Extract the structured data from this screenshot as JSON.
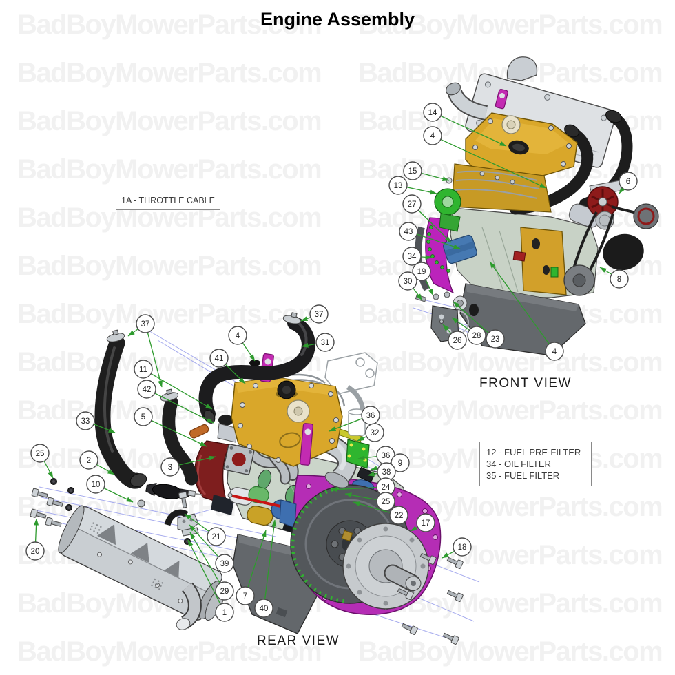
{
  "title": "Engine Assembly",
  "watermark_text": "BadBoyMowerParts.com",
  "front_view": {
    "label": "FRONT VIEW"
  },
  "rear_view": {
    "label": "REAR VIEW"
  },
  "labels": {
    "throttle": "1A - THROTTLE CABLE",
    "filter_lines": [
      "12 - FUEL PRE-FILTER",
      "34 - OIL FILTER",
      "35 - FUEL FILTER"
    ]
  },
  "colors": {
    "leader_green": "#2E9B2E",
    "guide_violet": "#A6ABEE",
    "callout_stroke": "#4a4a4a",
    "callout_text": "#222222",
    "engine_yellow": "#D9A72A",
    "housing_magenta": "#B52DB5",
    "part_green": "#2FB52F",
    "alternator_maroon": "#8E1B1B",
    "starter_blue": "#3E6FB0",
    "watermark_gray": "#F1F1F1"
  },
  "callouts": [
    {
      "v": "front",
      "n": "14",
      "c": [
        628,
        163
      ],
      "a": [
        [
          735,
          212
        ]
      ]
    },
    {
      "v": "front",
      "n": "4",
      "c": [
        628,
        197
      ],
      "a": [
        [
          793,
          273
        ]
      ]
    },
    {
      "v": "front",
      "n": "15",
      "c": [
        599,
        248
      ],
      "a": [
        [
          652,
          262
        ]
      ]
    },
    {
      "v": "front",
      "n": "13",
      "c": [
        578,
        269
      ],
      "a": [
        [
          634,
          281
        ]
      ]
    },
    {
      "v": "front",
      "n": "27",
      "c": [
        598,
        296
      ],
      "a": [
        [
          655,
          352
        ]
      ]
    },
    {
      "v": "front",
      "n": "43",
      "c": [
        593,
        336
      ],
      "a": [
        [
          668,
          361
        ]
      ]
    },
    {
      "v": "front",
      "n": "34",
      "c": [
        598,
        372
      ],
      "a": [
        [
          627,
          374
        ]
      ]
    },
    {
      "v": "front",
      "n": "19",
      "c": [
        612,
        394
      ],
      "a": [
        [
          629,
          429
        ]
      ]
    },
    {
      "v": "front",
      "n": "30",
      "c": [
        592,
        408
      ],
      "a": [
        [
          613,
          436
        ]
      ]
    },
    {
      "v": "front",
      "n": "26",
      "c": [
        664,
        494
      ],
      "a": [
        [
          643,
          471
        ]
      ]
    },
    {
      "v": "front",
      "n": "28",
      "c": [
        692,
        487
      ],
      "a": [
        [
          656,
          461
        ]
      ]
    },
    {
      "v": "front",
      "n": "23",
      "c": [
        719,
        492
      ],
      "a": [
        [
          658,
          438
        ]
      ]
    },
    {
      "v": "front",
      "n": "4",
      "c": [
        805,
        510
      ],
      "a": [
        [
          711,
          380
        ]
      ]
    },
    {
      "v": "front",
      "n": "6",
      "c": [
        912,
        263
      ],
      "a": [
        [
          899,
          281
        ]
      ]
    },
    {
      "v": "front",
      "n": "8",
      "c": [
        899,
        405
      ],
      "a": [
        [
          871,
          388
        ]
      ]
    },
    {
      "v": "rear",
      "n": "37",
      "c": [
        211,
        470
      ],
      "a": [
        [
          186,
          488
        ],
        [
          235,
          562
        ]
      ]
    },
    {
      "v": "rear",
      "n": "37",
      "c": [
        463,
        456
      ],
      "a": [
        [
          437,
          466
        ]
      ]
    },
    {
      "v": "rear",
      "n": "4",
      "c": [
        345,
        487
      ],
      "a": [
        [
          370,
          524
        ]
      ]
    },
    {
      "v": "rear",
      "n": "31",
      "c": [
        472,
        497
      ],
      "a": [
        [
          438,
          503
        ]
      ]
    },
    {
      "v": "rear",
      "n": "41",
      "c": [
        318,
        520
      ],
      "a": [
        [
          356,
          557
        ]
      ]
    },
    {
      "v": "rear",
      "n": "11",
      "c": [
        208,
        536
      ],
      "a": [
        [
          308,
          594
        ]
      ]
    },
    {
      "v": "rear",
      "n": "42",
      "c": [
        213,
        565
      ],
      "a": [
        [
          310,
          614
        ]
      ]
    },
    {
      "v": "rear",
      "n": "5",
      "c": [
        208,
        605
      ],
      "a": [
        [
          300,
          648
        ]
      ]
    },
    {
      "v": "rear",
      "n": "33",
      "c": [
        124,
        611
      ],
      "a": [
        [
          167,
          628
        ]
      ]
    },
    {
      "v": "rear",
      "n": "2",
      "c": [
        129,
        668
      ],
      "a": [
        [
          166,
          689
        ]
      ]
    },
    {
      "v": "rear",
      "n": "10",
      "c": [
        139,
        703
      ],
      "a": [
        [
          193,
          729
        ]
      ]
    },
    {
      "v": "rear",
      "n": "25",
      "c": [
        58,
        658
      ],
      "a": [
        [
          77,
          694
        ]
      ]
    },
    {
      "v": "rear",
      "n": "20",
      "c": [
        51,
        800
      ],
      "a": [
        [
          53,
          753
        ]
      ]
    },
    {
      "v": "rear",
      "n": "3",
      "c": [
        247,
        678
      ],
      "a": [
        [
          313,
          663
        ]
      ]
    },
    {
      "v": "rear",
      "n": "21",
      "c": [
        314,
        779
      ],
      "a": [
        [
          268,
          746
        ]
      ]
    },
    {
      "v": "rear",
      "n": "39",
      "c": [
        326,
        818
      ],
      "a": [
        [
          275,
          762
        ]
      ]
    },
    {
      "v": "rear",
      "n": "29",
      "c": [
        326,
        858
      ],
      "a": [
        [
          276,
          773
        ]
      ]
    },
    {
      "v": "rear",
      "n": "1",
      "c": [
        326,
        889
      ],
      "a": [
        [
          273,
          784
        ]
      ]
    },
    {
      "v": "rear",
      "n": "7",
      "c": [
        356,
        865
      ],
      "a": [
        [
          386,
          770
        ]
      ]
    },
    {
      "v": "rear",
      "n": "40",
      "c": [
        383,
        883
      ],
      "a": [
        [
          399,
          755
        ]
      ]
    },
    {
      "v": "rear",
      "n": "36",
      "c": [
        538,
        603
      ],
      "a": [
        [
          478,
          626
        ]
      ]
    },
    {
      "v": "rear",
      "n": "32",
      "c": [
        544,
        628
      ],
      "a": [
        [
          519,
          640
        ]
      ]
    },
    {
      "v": "rear",
      "n": "36",
      "c": [
        560,
        661
      ],
      "a": [
        [
          520,
          666
        ]
      ]
    },
    {
      "v": "rear",
      "n": "9",
      "c": [
        581,
        672
      ],
      "a": [
        [
          538,
          682
        ]
      ]
    },
    {
      "v": "rear",
      "n": "38",
      "c": [
        561,
        685
      ],
      "a": [
        [
          534,
          690
        ]
      ]
    },
    {
      "v": "rear",
      "n": "24",
      "c": [
        560,
        707
      ],
      "a": [
        [
          480,
          711
        ]
      ]
    },
    {
      "v": "rear",
      "n": "25",
      "c": [
        560,
        728
      ],
      "a": [
        [
          501,
          717
        ]
      ]
    },
    {
      "v": "rear",
      "n": "22",
      "c": [
        579,
        748
      ],
      "a": [
        [
          513,
          729
        ]
      ]
    },
    {
      "v": "rear",
      "n": "17",
      "c": [
        618,
        759
      ],
      "a": [
        [
          596,
          771
        ]
      ]
    },
    {
      "v": "rear",
      "n": "18",
      "c": [
        671,
        794
      ],
      "a": [
        [
          642,
          810
        ]
      ]
    }
  ]
}
